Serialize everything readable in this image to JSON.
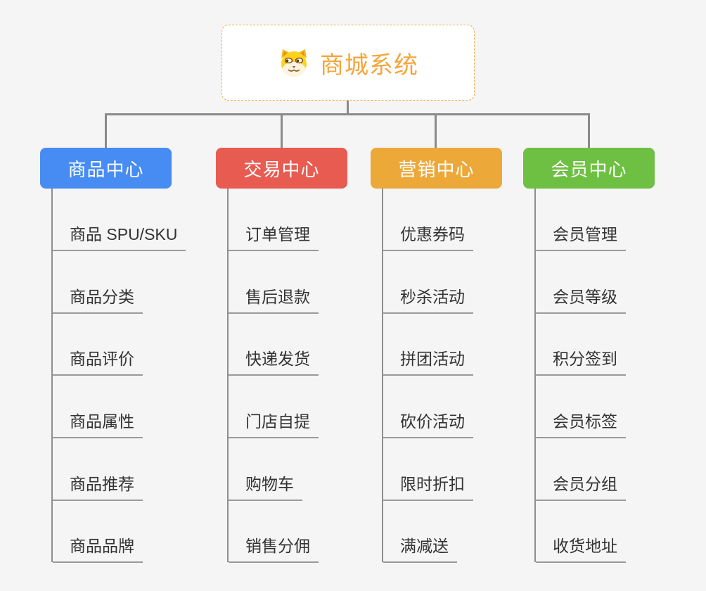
{
  "canvas": {
    "background": "#f5f5f5",
    "connector_color": "#8a8a8a",
    "child_line_color": "#9a9a9a"
  },
  "root": {
    "title": "商城系统",
    "icon": "dog-face-icon",
    "text_color": "#f5a63c",
    "border_color": "#f1ad4a"
  },
  "branches": [
    {
      "label": "商品中心",
      "color": "#478cf3",
      "children": [
        "商品 SPU/SKU",
        "商品分类",
        "商品评价",
        "商品属性",
        "商品推荐",
        "商品品牌"
      ]
    },
    {
      "label": "交易中心",
      "color": "#e85b51",
      "children": [
        "订单管理",
        "售后退款",
        "快递发货",
        "门店自提",
        "购物车",
        "销售分佣"
      ]
    },
    {
      "label": "营销中心",
      "color": "#edA83a",
      "children": [
        "优惠券码",
        "秒杀活动",
        "拼团活动",
        "砍价活动",
        "限时折扣",
        "满减送"
      ]
    },
    {
      "label": "会员中心",
      "color": "#6ec043",
      "children": [
        "会员管理",
        "会员等级",
        "积分签到",
        "会员标签",
        "会员分组",
        "收货地址"
      ]
    }
  ]
}
